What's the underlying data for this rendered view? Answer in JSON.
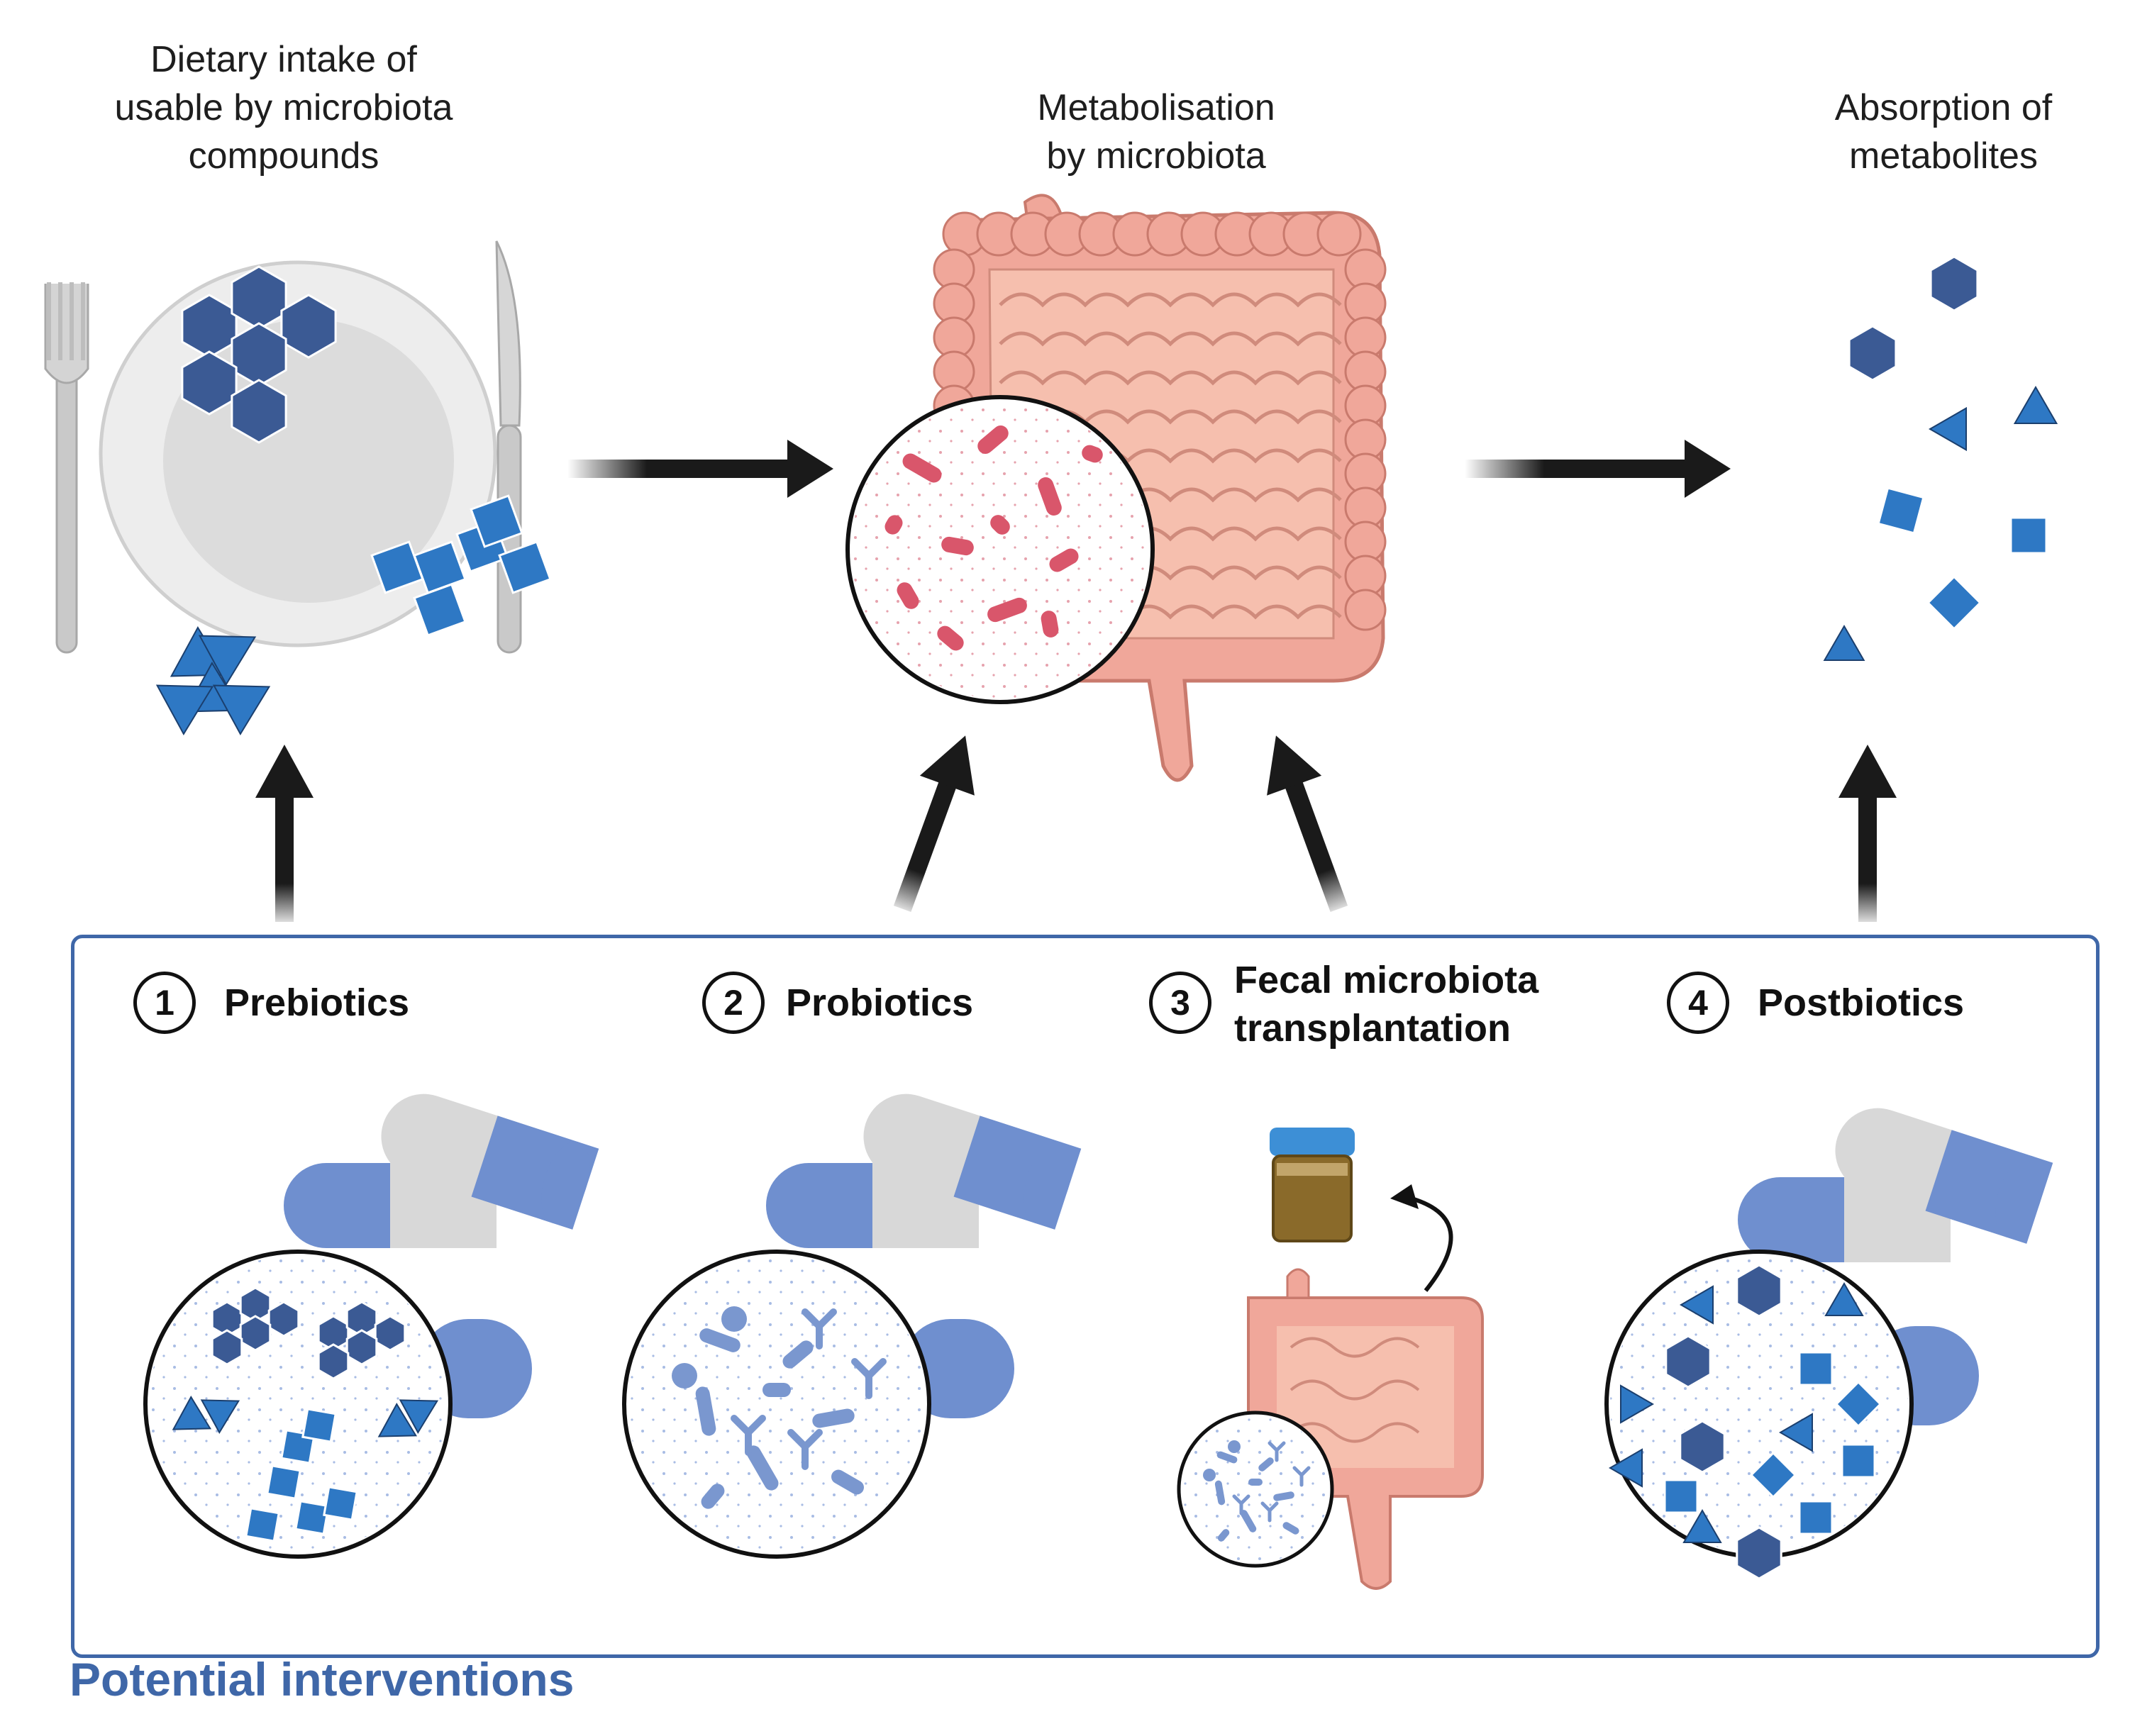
{
  "stages": [
    {
      "caption": [
        "Dietary intake of",
        "usable by microbiota",
        "compounds"
      ]
    },
    {
      "caption": [
        "Metabolisation",
        "by microbiota"
      ]
    },
    {
      "caption": [
        "Absorption of",
        "metabolites"
      ]
    }
  ],
  "interventions": [
    {
      "number": "1",
      "title": [
        "Prebiotics"
      ]
    },
    {
      "number": "2",
      "title": [
        "Probiotics"
      ]
    },
    {
      "number": "3",
      "title": [
        "Fecal microbiota",
        "transplantation"
      ]
    },
    {
      "number": "4",
      "title": [
        "Postbiotics"
      ]
    }
  ],
  "footer_title": "Potential interventions",
  "colors": {
    "hex_dark": "#3b5a94",
    "shape_blue": "#2e78c4",
    "capsule_blue": "#6f8fcf",
    "capsule_grey": "#d8d8d8",
    "gut_fill": "#f0a79a",
    "gut_stroke": "#c97a6d",
    "bacteria_pink": "#d9566b",
    "microbe_blue": "#7a97cf",
    "border_blue": "#3f67a8",
    "arrow": "#1a1a1a"
  }
}
